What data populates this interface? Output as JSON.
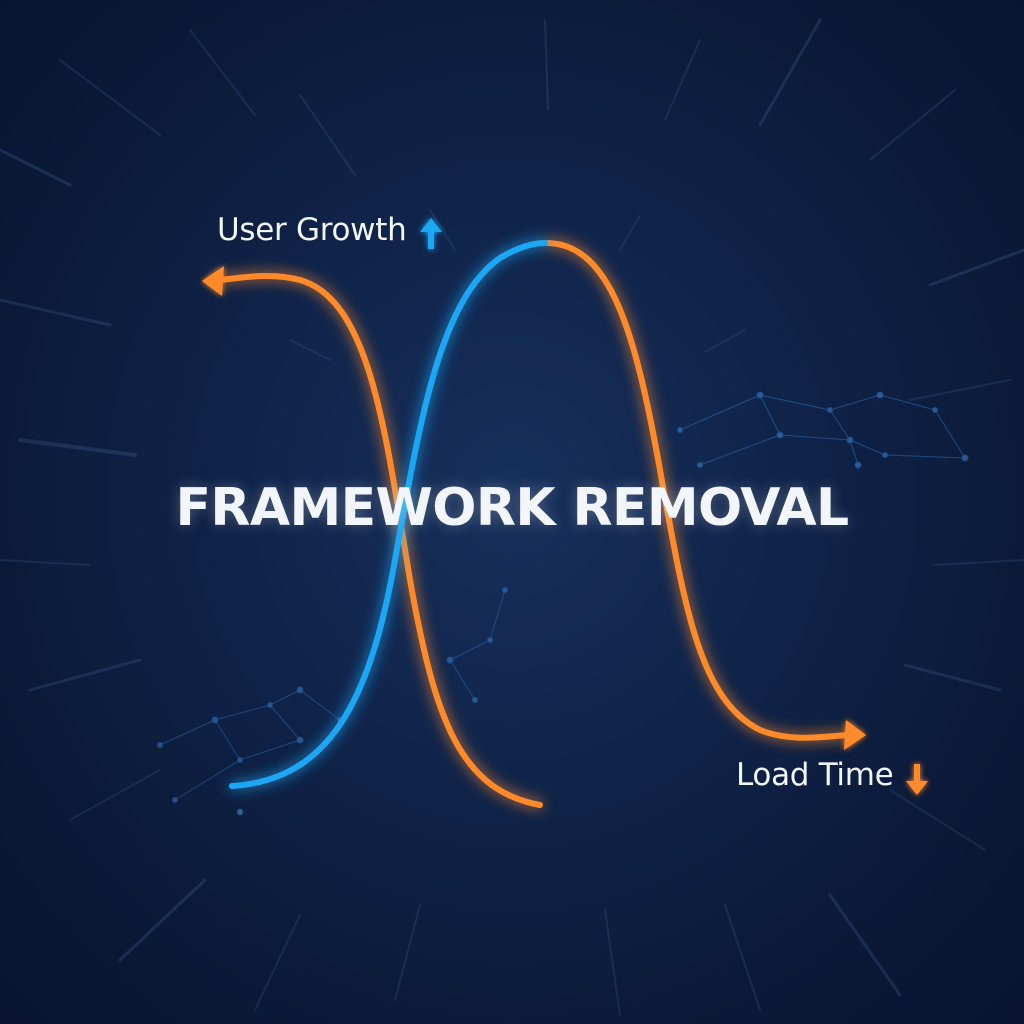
{
  "title": "FRAMEWORK REMOVAL",
  "labels": {
    "user_growth": "User Growth",
    "load_time": "Load Time"
  },
  "icons": {
    "user_growth": "arrow-up-icon",
    "load_time": "arrow-down-icon"
  },
  "colors": {
    "background": "#0b1a38",
    "user_growth": "#1aa7f5",
    "load_time": "#ff8a2a",
    "divider": "#ffffff",
    "text": "#f2f5fa"
  }
}
